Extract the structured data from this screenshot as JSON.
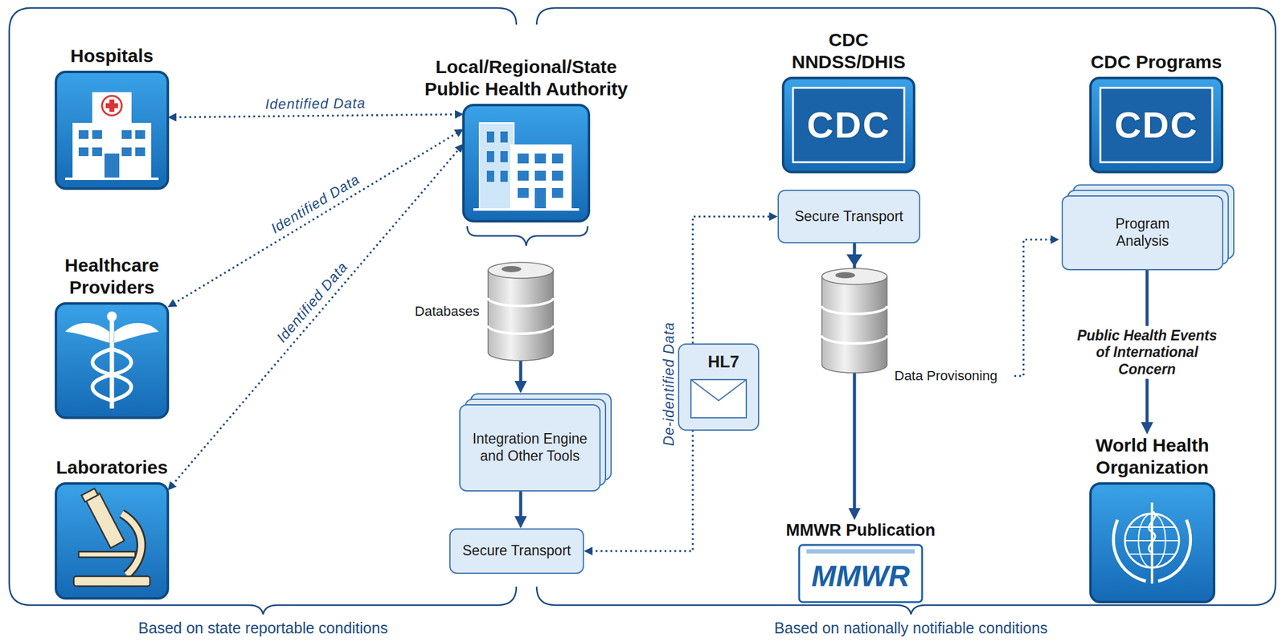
{
  "diagram": {
    "nodes": [
      {
        "text": [
          "Hospitals"
        ]
      },
      {
        "text": [
          "Healthcare Providers"
        ]
      },
      {
        "text": [
          "Laboratories"
        ]
      },
      {
        "text": [
          "Local/Regional/State Public Health Authority"
        ]
      },
      {
        "text": [
          "Databases"
        ]
      },
      {
        "text": [
          "Integration Engine and Other Tools"
        ]
      },
      {
        "text": [
          "Secure Transport"
        ]
      },
      {
        "text": [
          "HL7"
        ]
      },
      {
        "text": [
          "CDC NNDSS/DHIS",
          "CDC"
        ]
      },
      {
        "text": [
          "Secure Transport"
        ]
      },
      {
        "text": [
          "MMWR Publication",
          "MMWR"
        ]
      },
      {
        "text": [
          "CDC Programs",
          "CDC"
        ]
      },
      {
        "text": [
          "Program Analysis"
        ]
      },
      {
        "text": [
          "World Health Organization"
        ]
      }
    ],
    "edges": [
      {
        "from": 0,
        "to": 3,
        "label": "Identified Data",
        "arrow": "both"
      },
      {
        "from": 1,
        "to": 3,
        "label": "Identified Data",
        "arrow": "both"
      },
      {
        "from": 2,
        "to": 3,
        "label": "Identified Data",
        "arrow": "both"
      },
      {
        "from": 4,
        "to": 5,
        "arrow": "to"
      },
      {
        "from": 5,
        "to": 6,
        "arrow": "to"
      },
      {
        "from": 6,
        "to": 9,
        "label": "De-identified Data",
        "arrow": "both"
      },
      {
        "from": 9,
        "to": 10,
        "arrow": "to"
      },
      {
        "from": 12,
        "to": 13,
        "label": "Public Health Events of International Concern",
        "arrow": "to"
      }
    ],
    "labels": [
      "Data Provisoning",
      "Based on state reportable conditions",
      "Based on nationally notifiable conditions"
    ]
  }
}
